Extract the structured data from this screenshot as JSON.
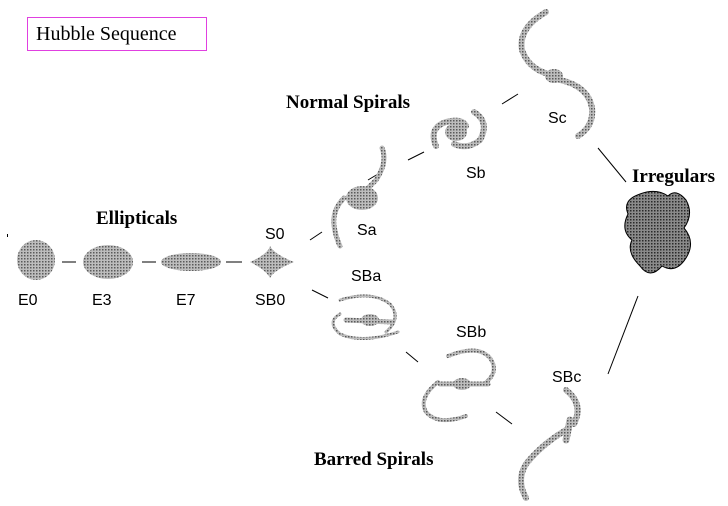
{
  "title": "Hubble Sequence",
  "groups": {
    "ellipticals": "Ellipticals",
    "normal_spirals": "Normal Spirals",
    "barred_spirals": "Barred Spirals",
    "irregulars": "Irregulars"
  },
  "classes": {
    "e0": "E0",
    "e3": "E3",
    "e7": "E7",
    "s0": "S0",
    "sb0": "SB0",
    "sa": "Sa",
    "sb": "Sb",
    "sc": "Sc",
    "sba": "SBa",
    "sbb": "SBb",
    "sbc": "SBc"
  },
  "colors": {
    "galaxy_fill": "#8c8c8c",
    "irregular_fill": "#6e6e6e",
    "line": "#000000",
    "title_border": "#e040e0"
  }
}
